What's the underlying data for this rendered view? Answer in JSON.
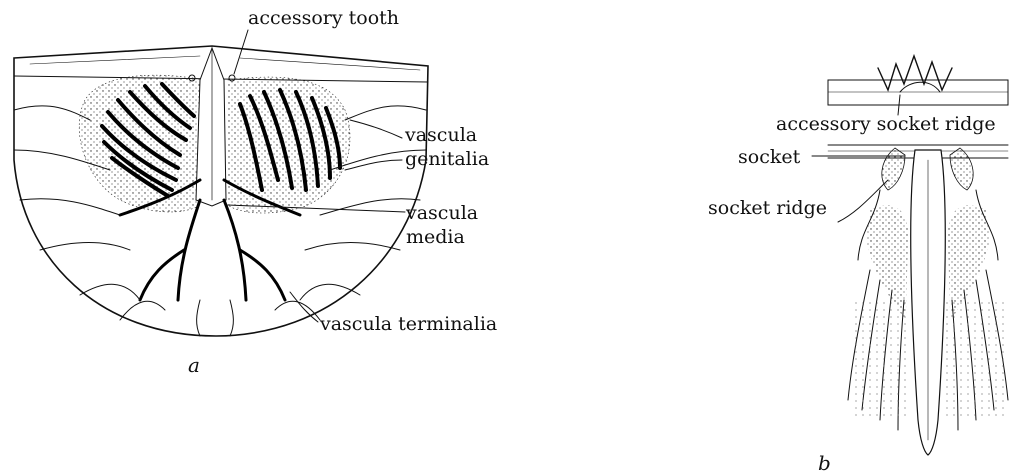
{
  "panel_a": {
    "letter": "a",
    "labels": {
      "accessory_tooth": "accessory tooth",
      "vascula_genitalia_1": "vascula",
      "vascula_genitalia_2": "genitalia",
      "vascula_media_1": "vascula",
      "vascula_media_2": "media",
      "vascula_terminalia": "vascula terminalia"
    }
  },
  "panel_b": {
    "letter": "b",
    "labels": {
      "accessory_socket_ridge": "accessory socket ridge",
      "socket": "socket",
      "socket_ridge": "socket ridge"
    }
  }
}
